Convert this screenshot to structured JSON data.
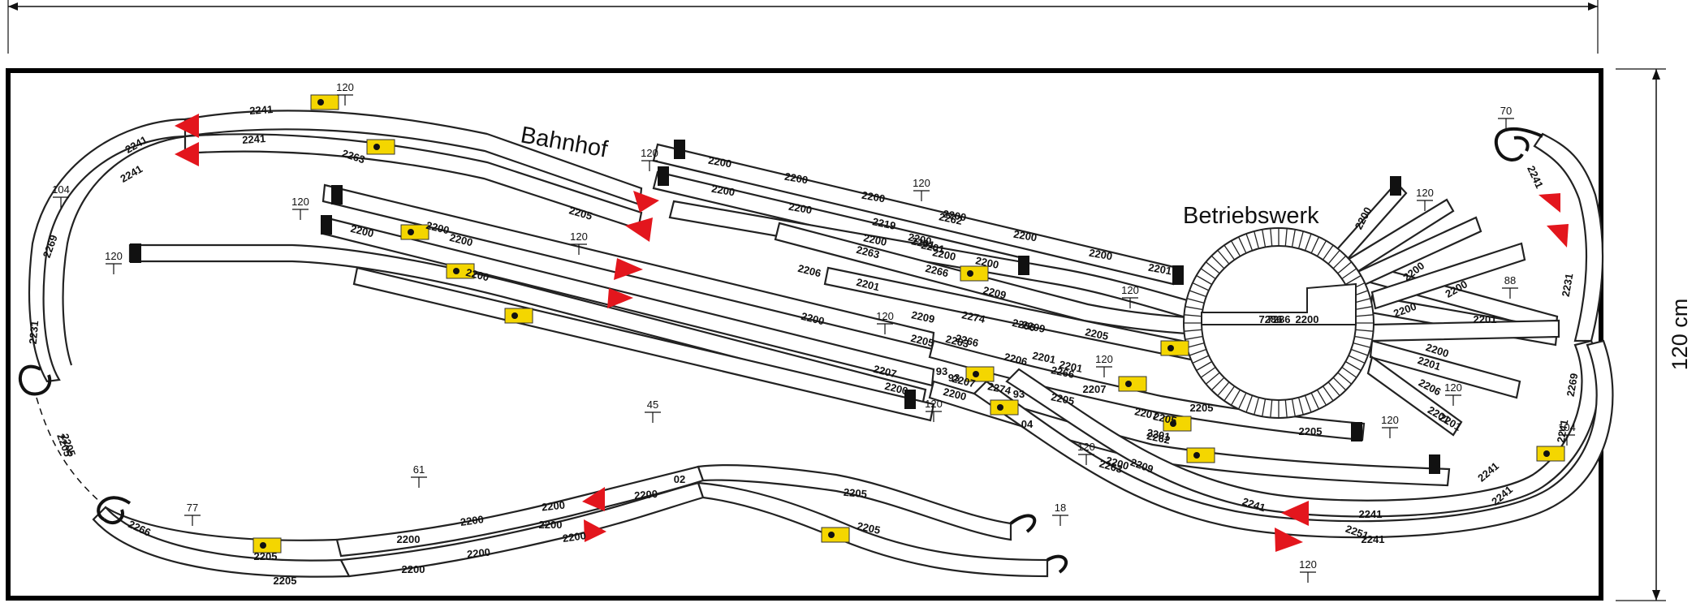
{
  "labels": {
    "station": "Bahnhof",
    "depot": "Betriebswerk",
    "height_dim": "120 cm",
    "turntable": "7286"
  },
  "colors": {
    "track_outline": "#222222",
    "track_fill": "#ffffff",
    "arrow": "#e3161d",
    "signal_box": "#f4d600",
    "buffer": "#111111",
    "frame": "#000000"
  },
  "heights": [
    "120",
    "120",
    "104",
    "120",
    "120",
    "120",
    "120",
    "120",
    "120",
    "120",
    "120",
    "120",
    "120",
    "120",
    "70",
    "120",
    "88",
    "104",
    "120",
    "45",
    "61",
    "77",
    "18"
  ],
  "tracks": {
    "outer_loop": [
      "2241",
      "2241",
      "2269",
      "2231",
      "2205"
    ],
    "inner_loop": [
      "2241",
      "2241",
      "2263"
    ],
    "yard": [
      "2200",
      "2200",
      "2200",
      "2200",
      "2262",
      "2200",
      "2200",
      "2201",
      "2200",
      "2200",
      "2200",
      "2200",
      "2201",
      "2219",
      "2201",
      "2200",
      "2200",
      "2205",
      "2206",
      "2201",
      "2263",
      "2266",
      "2209",
      "2205",
      "2200",
      "2205",
      "2200",
      "2207",
      "2207",
      "2274",
      "2200",
      "2200",
      "2263",
      "2206",
      "2266",
      "2205",
      "2274",
      "2209",
      "2201",
      "2201",
      "2266",
      "2205",
      "2201",
      "2207",
      "2262",
      "2263",
      "2200",
      "2200",
      "2200",
      "2200",
      "2200",
      "2209",
      "93",
      "93",
      "93",
      "04",
      "2207",
      "2205",
      "2205",
      "2209",
      "2241",
      "2241",
      "2251",
      "2241",
      "2241",
      "2241",
      "2241",
      "2269",
      "2231",
      "2241"
    ],
    "depot": [
      "7286",
      "2200",
      "2201",
      "2200",
      "2200",
      "2200",
      "2200",
      "2200",
      "2201",
      "2206",
      "2201",
      "2201"
    ],
    "lower": [
      "2205",
      "02",
      "2200",
      "2200",
      "2200",
      "2200",
      "2200",
      "2205",
      "2200",
      "2200",
      "2200",
      "2205",
      "2205",
      "2205",
      "2266"
    ]
  }
}
